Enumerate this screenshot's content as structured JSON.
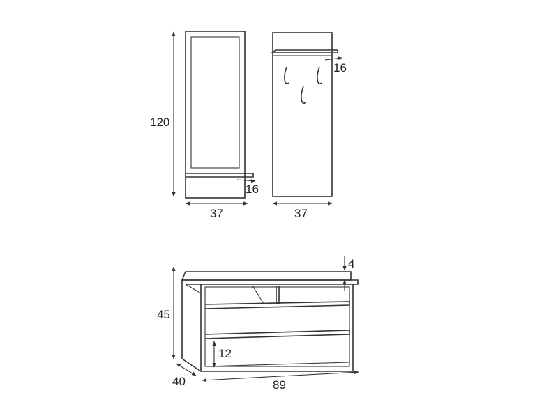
{
  "mirror_panel": {
    "height_label": "120",
    "width_label": "37",
    "shelf_depth_label": "16"
  },
  "coat_panel": {
    "width_label": "37",
    "shelf_depth_label": "16"
  },
  "bench": {
    "top_thickness_label": "4",
    "height_label": "45",
    "shelf_spacing_label": "12",
    "depth_label": "40",
    "width_label": "89"
  }
}
